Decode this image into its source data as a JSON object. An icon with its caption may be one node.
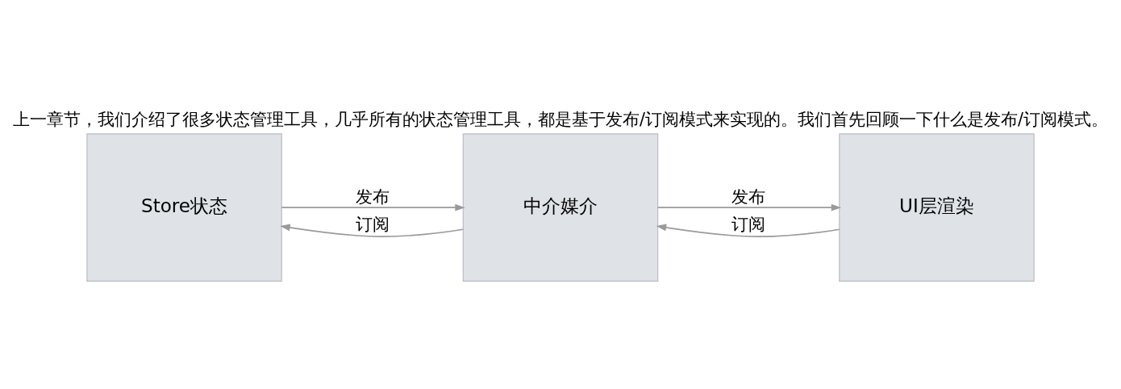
{
  "diagram": {
    "title": "上一章节，我们介绍了很多状态管理工具，几乎所有的状态管理工具，都是基于发布/订阅模式来实现的。我们首先回顾一下什么是发布/订阅模式。",
    "nodes": [
      {
        "text": [
          "Store状态"
        ]
      },
      {
        "text": [
          "中介媒介"
        ]
      },
      {
        "text": [
          "UI层渲染"
        ]
      }
    ],
    "edges": [
      {
        "from": 0,
        "to": 1,
        "arrow": "to",
        "label": "发布"
      },
      {
        "from": 1,
        "to": 0,
        "arrow": "to",
        "label": "订阅"
      },
      {
        "from": 1,
        "to": 2,
        "arrow": "to",
        "label": "发布"
      },
      {
        "from": 2,
        "to": 1,
        "arrow": "to",
        "label": "订阅"
      }
    ]
  }
}
